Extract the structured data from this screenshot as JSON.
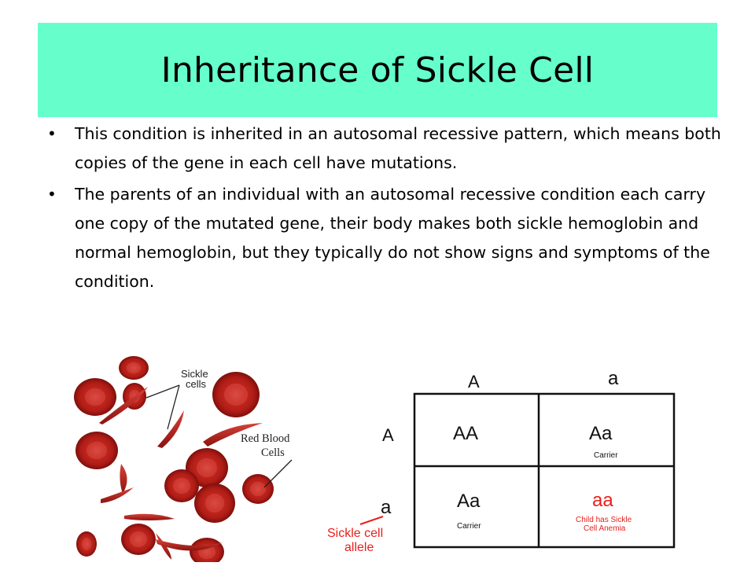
{
  "slide": {
    "title": "Inheritance of Sickle Cell",
    "bullets": [
      "This condition is inherited in an autosomal recessive pattern, which means both copies of the gene in each cell have mutations.",
      "The parents of an individual with an autosomal recessive condition each carry one copy of the mutated gene, their body makes both sickle hemoglobin and normal hemoglobin, but they typically do not show signs and symptoms of the condition."
    ]
  },
  "cells_figure": {
    "sickle_label_line1": "Sickle",
    "sickle_label_line2": "cells",
    "rbc_label_line1": "Red Blood",
    "rbc_label_line2": "Cells"
  },
  "punnett": {
    "col_headers": [
      "A",
      "a"
    ],
    "row_headers": [
      "A",
      "a"
    ],
    "cells": [
      {
        "genotype": "AA",
        "note": ""
      },
      {
        "genotype": "Aa",
        "note": "Carrier"
      },
      {
        "genotype": "Aa",
        "note": "Carrier"
      },
      {
        "genotype": "aa",
        "note_line1": "Child has Sickle",
        "note_line2": "Cell Anemia"
      }
    ],
    "allele_label_line1": "Sickle cell",
    "allele_label_line2": "allele",
    "colors": {
      "highlight": "#e8201c",
      "text": "#111111"
    }
  }
}
